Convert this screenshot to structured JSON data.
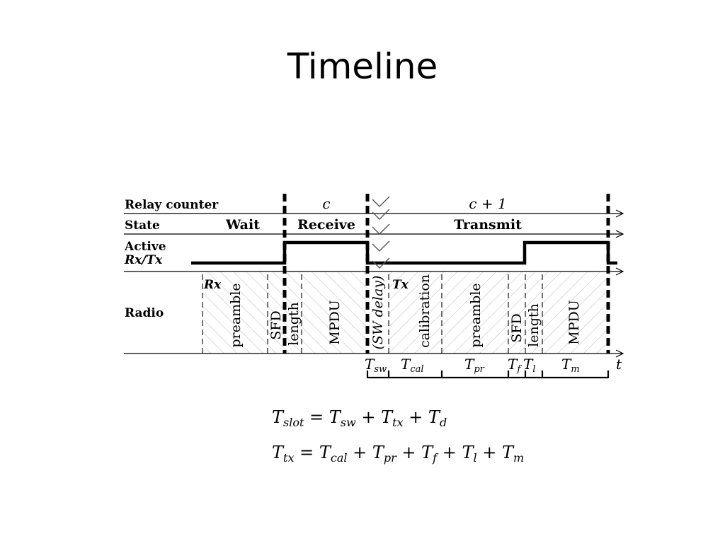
{
  "slide": {
    "title": "Timeline"
  },
  "rows": {
    "relay_counter": "Relay counter",
    "state": "State",
    "active_line1": "Active",
    "active_line2": "Rx/Tx",
    "radio": "Radio"
  },
  "relay": {
    "c": "c",
    "c_plus_1": "c + 1"
  },
  "states": {
    "wait": "Wait",
    "receive": "Receive",
    "transmit": "Transmit"
  },
  "radio": {
    "rx_label": "Rx",
    "tx_label": "Tx",
    "rx_segments": [
      "preamble",
      "SFD",
      "length",
      "MPDU"
    ],
    "sw_delay": "(SW delay)",
    "tx_segments": [
      "calibration",
      "preamble",
      "SFD",
      "length",
      "MPDU"
    ]
  },
  "timing": {
    "T": "T",
    "subs": [
      "sw",
      "cal",
      "pr",
      "f",
      "l",
      "m"
    ],
    "axis": "t"
  },
  "equations": {
    "eq1": {
      "lhs": "slot",
      "t1": "sw",
      "t2": "tx",
      "t3": "d"
    },
    "eq2": {
      "lhs": "tx",
      "t1": "cal",
      "t2": "pr",
      "t3": "f",
      "t4": "l",
      "t5": "m"
    }
  },
  "colors": {
    "ink": "#000000",
    "hatch": "#c8c8c8",
    "background": "#ffffff"
  }
}
